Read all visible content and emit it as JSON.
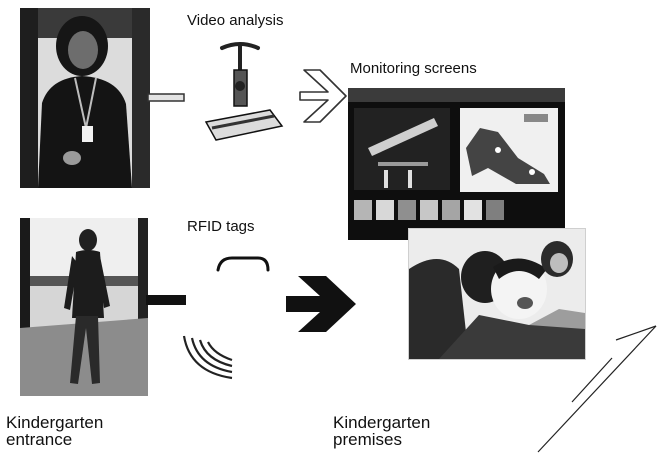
{
  "labels": {
    "video_analysis": "Video analysis",
    "monitoring_screens": "Monitoring screens",
    "rfid_tags": "RFID tags",
    "kindergarten_entrance": "Kindergarten\nentrance",
    "kindergarten_premises": "Kindergarten\npremises"
  },
  "icons": {
    "camera": "surveillance-camera-icon",
    "rfid_reader": "rfid-reader-icon",
    "signal_waves": "radio-waves-icon",
    "outline_arrow": "outline-arrow-icon",
    "solid_arrow": "solid-arrow-icon"
  },
  "colors": {
    "ink": "#111111",
    "photo_dark": "#1b1b1b",
    "photo_mid": "#7a7a7a",
    "photo_light": "#e8e8e8"
  }
}
